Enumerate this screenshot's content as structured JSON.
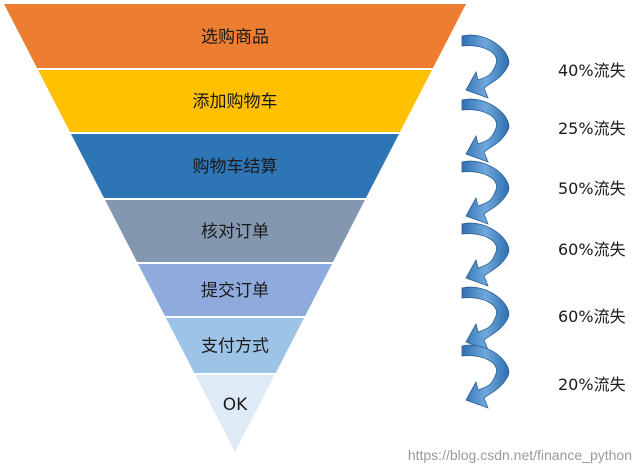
{
  "funnel": {
    "stages": [
      {
        "label": "选购商品",
        "color": "#ED7D31"
      },
      {
        "label": "添加购物车",
        "color": "#FFC000"
      },
      {
        "label": "购物车结算",
        "color": "#2E75B6"
      },
      {
        "label": "核对订单",
        "color": "#8497B0"
      },
      {
        "label": "提交订单",
        "color": "#8FAADC"
      },
      {
        "label": "支付方式",
        "color": "#9DC3E6"
      },
      {
        "label": "OK",
        "color": "#DEEBF7"
      }
    ],
    "losses": [
      "40%流失",
      "25%流失",
      "50%流失",
      "60%流失",
      "60%流失",
      "20%流失"
    ],
    "arrow_color": "#5B9BD5"
  },
  "watermark": "https://blog.csdn.net/finance_python"
}
